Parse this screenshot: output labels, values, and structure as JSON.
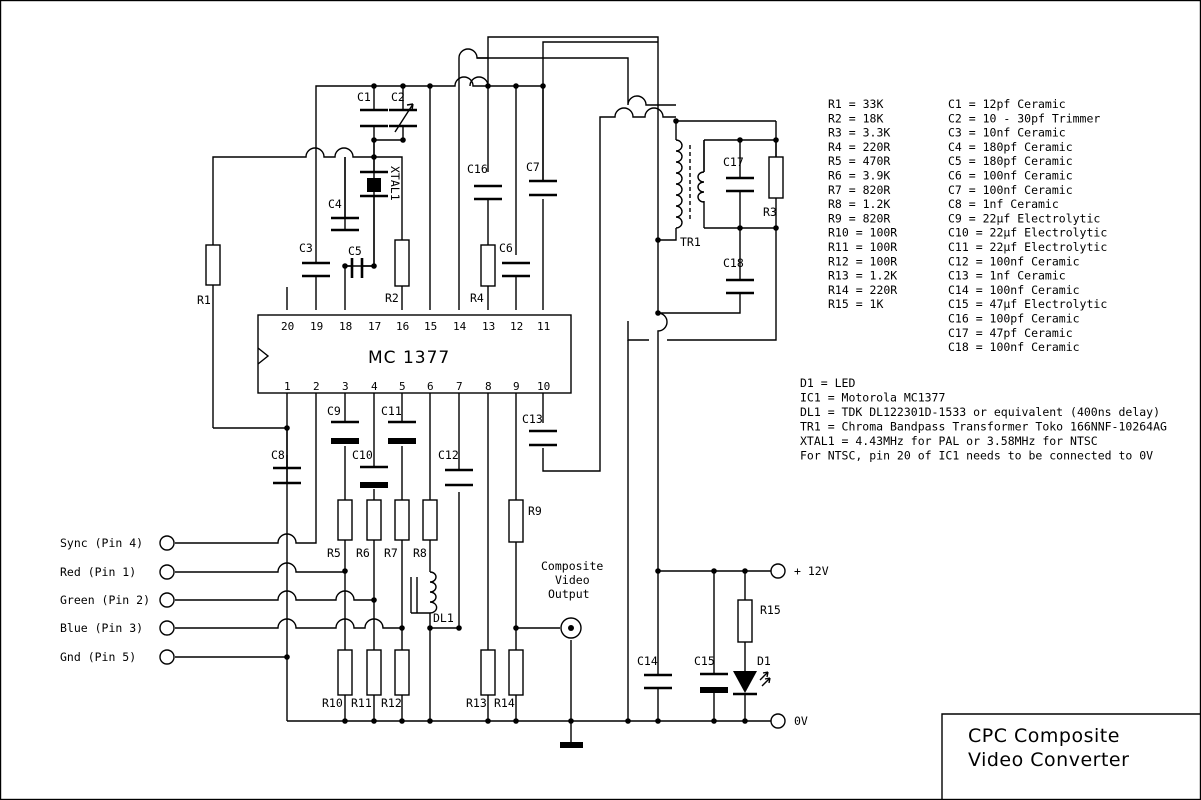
{
  "title": {
    "line1": "CPC Composite",
    "line2": "Video Converter"
  },
  "ic": {
    "name": "MC 1377",
    "pins_top": [
      "20",
      "19",
      "18",
      "17",
      "16",
      "15",
      "14",
      "13",
      "12",
      "11"
    ],
    "pins_bottom": [
      "1",
      "2",
      "3",
      "4",
      "5",
      "6",
      "7",
      "8",
      "9",
      "10"
    ]
  },
  "inputs": [
    "Sync (Pin 4)",
    "Red (Pin 1)",
    "Green (Pin 2)",
    "Blue (Pin 3)",
    "Gnd (Pin 5)"
  ],
  "output": {
    "l1": "Composite",
    "l2": "Video",
    "l3": "Output"
  },
  "power": {
    "vcc": "+ 12V",
    "gnd": "0V"
  },
  "labels": {
    "R1": "R1",
    "R2": "R2",
    "R3": "R3",
    "R4": "R4",
    "R5": "R5",
    "R6": "R6",
    "R7": "R7",
    "R8": "R8",
    "R9": "R9",
    "R10": "R10",
    "R11": "R11",
    "R12": "R12",
    "R13": "R13",
    "R14": "R14",
    "R15": "R15",
    "C1": "C1",
    "C2": "C2",
    "C3": "C3",
    "C4": "C4",
    "C5": "C5",
    "C6": "C6",
    "C7": "C7",
    "C8": "C8",
    "C9": "C9",
    "C10": "C10",
    "C11": "C11",
    "C12": "C12",
    "C13": "C13",
    "C14": "C14",
    "C15": "C15",
    "C16": "C16",
    "C17": "C17",
    "C18": "C18",
    "TR1": "TR1",
    "XTAL1": "XTAL1",
    "DL1": "DL1",
    "D1": "D1"
  },
  "resistor_list": [
    "R1 = 33K",
    "R2 = 18K",
    "R3 = 3.3K",
    "R4 = 220R",
    "R5 = 470R",
    "R6 = 3.9K",
    "R7 = 820R",
    "R8 = 1.2K",
    "R9 = 820R",
    "R10 = 100R",
    "R11 = 100R",
    "R12 = 100R",
    "R13 = 1.2K",
    "R14 = 220R",
    "R15 = 1K"
  ],
  "capacitor_list": [
    "C1 = 12pf Ceramic",
    "C2 = 10 - 30pf Trimmer",
    "C3 = 10nf Ceramic",
    "C4 = 180pf Ceramic",
    "C5 = 180pf Ceramic",
    "C6 = 100nf Ceramic",
    "C7 = 100nf Ceramic",
    "C8 = 1nf Ceramic",
    "C9 = 22µf Electrolytic",
    "C10 = 22µf Electrolytic",
    "C11 = 22µf Electrolytic",
    "C12 = 100nf Ceramic",
    "C13 = 1nf Ceramic",
    "C14 = 100nf Ceramic",
    "C15 = 47µf Electrolytic",
    "C16 = 100pf Ceramic",
    "C17 = 47pf Ceramic",
    "C18 = 100nf Ceramic"
  ],
  "notes": [
    "D1 = LED",
    "IC1 = Motorola MC1377",
    "DL1 = TDK DL122301D-1533 or equivalent (400ns delay)",
    "TR1 = Chroma Bandpass Transformer Toko 166NNF-10264AG",
    "XTAL1 = 4.43MHz for PAL or 3.58MHz for NTSC",
    "For NTSC, pin 20 of IC1 needs to be connected to 0V"
  ]
}
